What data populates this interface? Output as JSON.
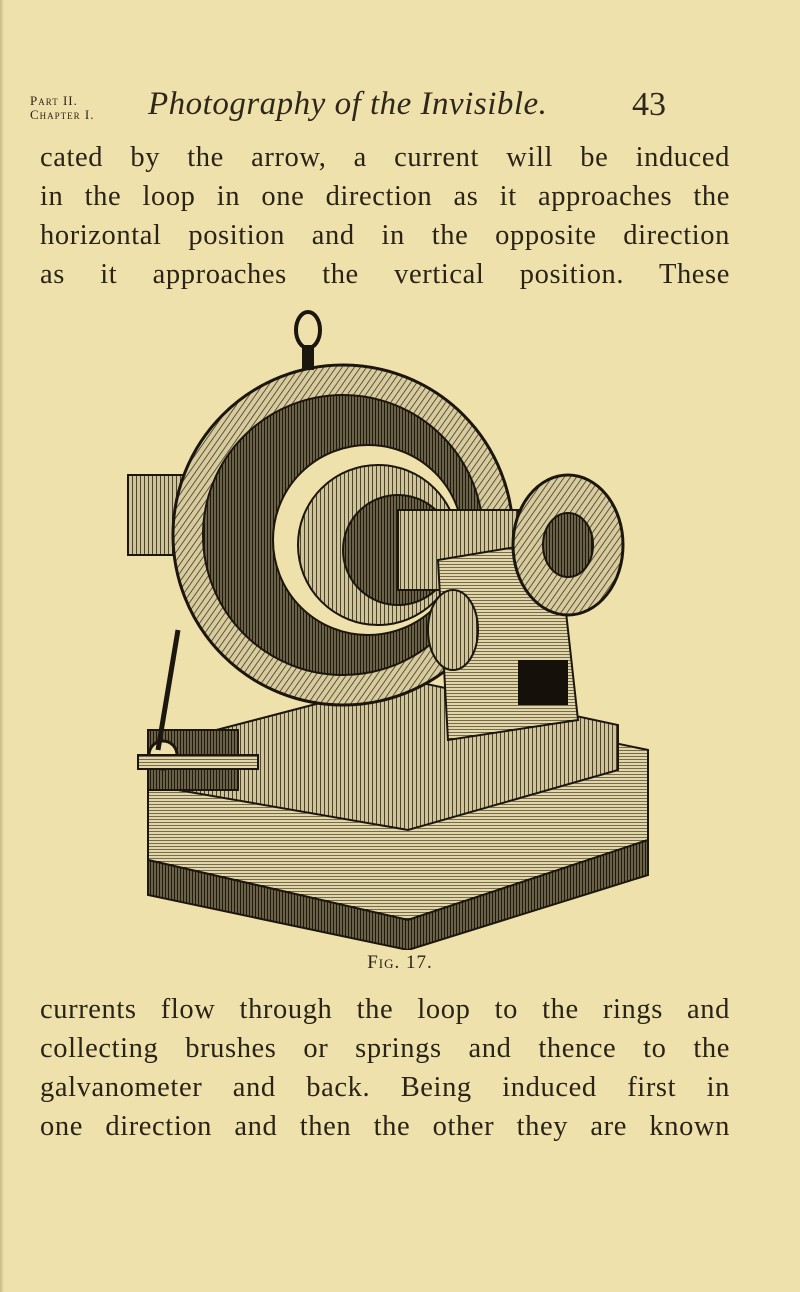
{
  "header": {
    "part": "Part II.",
    "chapter": "Chapter I.",
    "running_title": "Photography of the Invisible.",
    "page_number": "43"
  },
  "body_top": [
    "cated by the arrow, a current will be induced",
    "in the loop in one direction as it approaches the",
    "horizontal position and in the opposite direction",
    "as it approaches the vertical position.  These"
  ],
  "figure": {
    "caption": "Fig. 17."
  },
  "body_bottom": [
    "currents flow through the loop to the rings and",
    "collecting brushes or springs and thence to the",
    "galvanometer and back.  Being induced first in",
    "one direction and then the other they are known"
  ]
}
